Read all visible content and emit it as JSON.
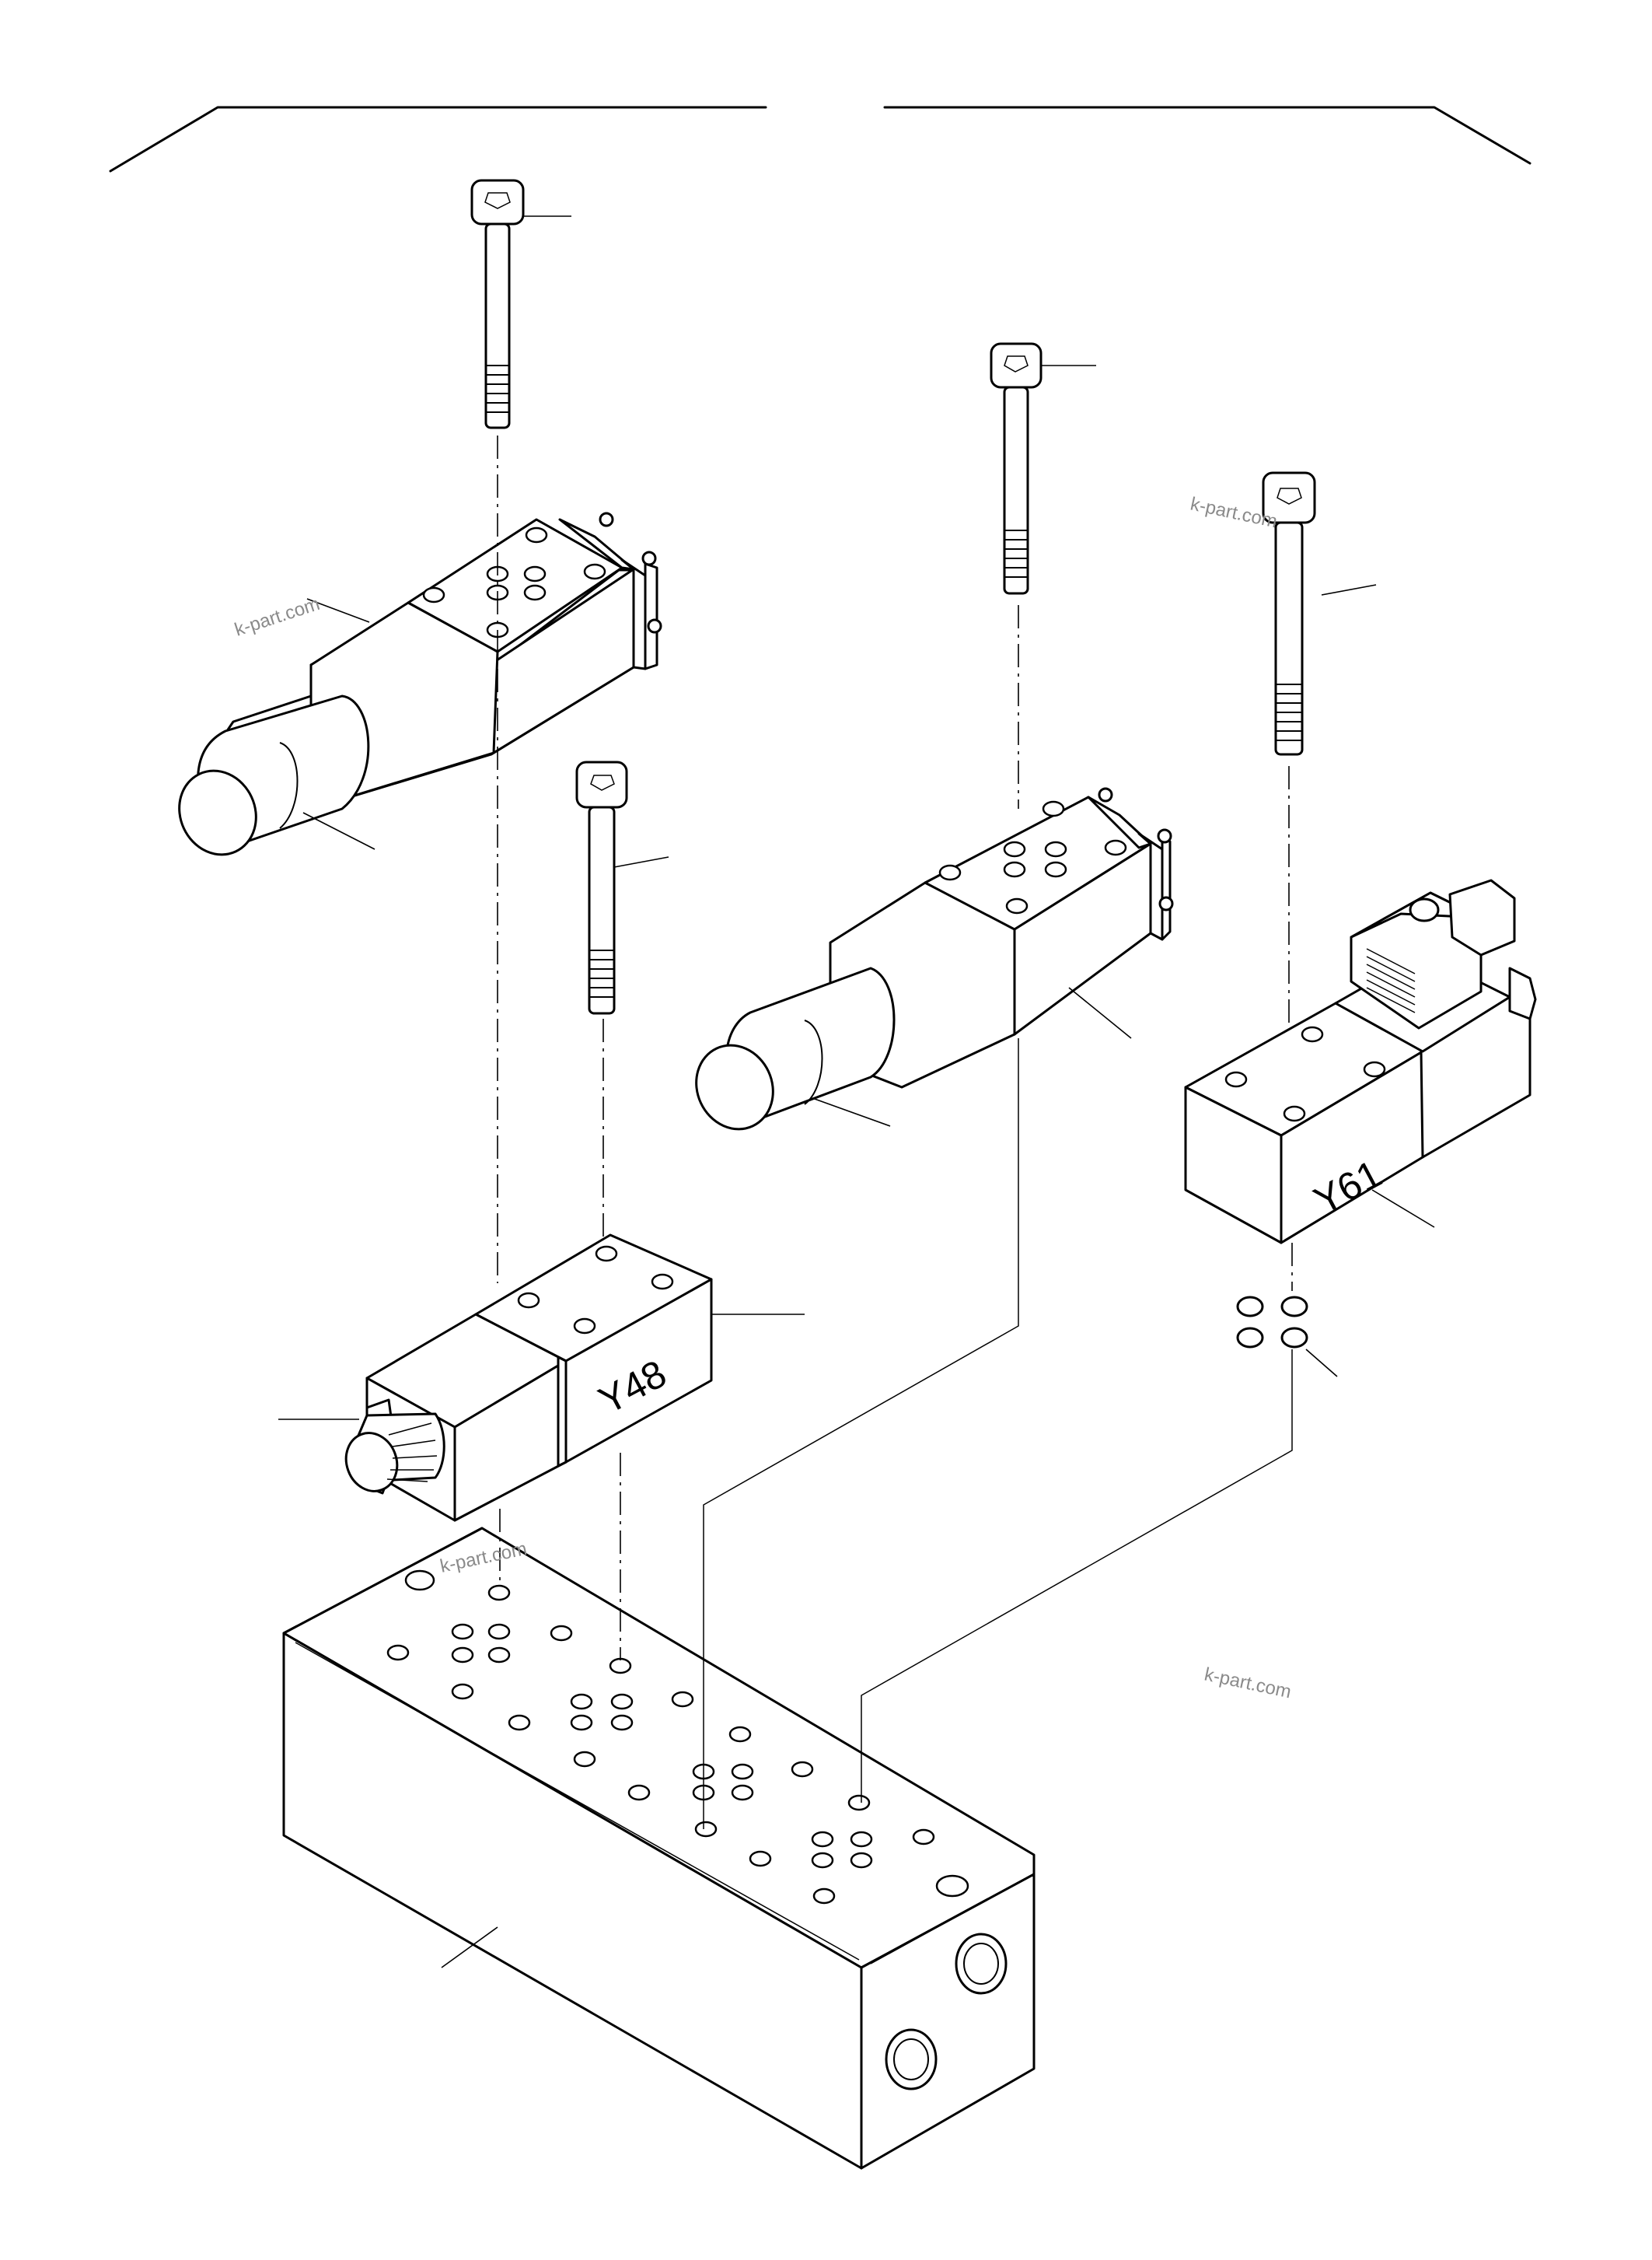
{
  "labels": {
    "solenoid_y48": "Y48",
    "solenoid_y61": "Y61"
  },
  "watermarks": [
    "k-part.com",
    "k-part.com",
    "k-part.com",
    "k-part.com"
  ]
}
